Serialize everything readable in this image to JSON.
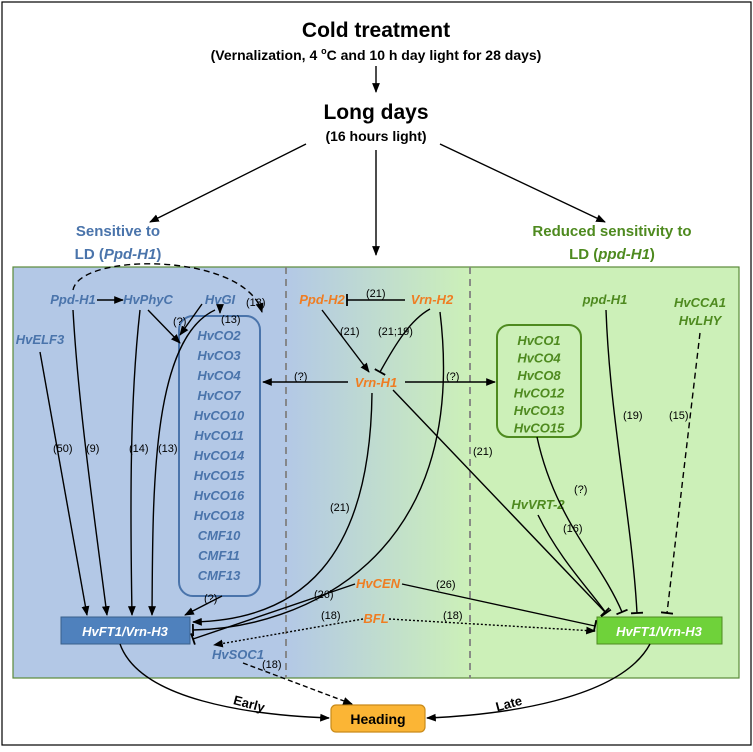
{
  "colors": {
    "blue_region": "#b3c8e6",
    "green_region": "#ccf0b8",
    "blue_text": "#4a74ab",
    "green_text": "#4e8a1f",
    "orange_text": "#ef7d22",
    "ft1_left_fill": "#4f81bd",
    "ft1_right_fill": "#6fd23a",
    "heading_fill": "#fbb535"
  },
  "header": {
    "title": "Cold treatment",
    "subtitle_pre": "(Vernalization, 4 ",
    "subtitle_sup": "o",
    "subtitle_post": "C and 10 h day light for 28 days)",
    "long_days": "Long days",
    "long_days_sub": "(16 hours light)"
  },
  "branches": {
    "left_line1": "Sensitive to",
    "left_line2_pre": "LD (",
    "left_line2_gene": "Ppd-H1",
    "left_line2_post": ")",
    "right_line1": "Reduced sensitivity to",
    "right_line2_pre": "LD (",
    "right_line2_gene": "ppd-H1",
    "right_line2_post": ")"
  },
  "genes": {
    "ppd_h1_blue": "Ppd-H1",
    "hvphyc": "HvPhyC",
    "hvgi": "HvGI",
    "hvelf3": "HvELF3",
    "ppd_h2": "Ppd-H2",
    "vrn_h2": "Vrn-H2",
    "vrn_h1": "Vrn-H1",
    "hvcen": "HvCEN",
    "bfl": "BFL",
    "hvsoc1": "HvSOC1",
    "ppd_h1_green": "ppd-H1",
    "hvcca1": "HvCCA1",
    "hvlhy": "HvLHY",
    "hvvrt2": "HvVRT-2",
    "ft1_left": "HvFT1/Vrn-H3",
    "ft1_right": "HvFT1/Vrn-H3",
    "heading": "Heading"
  },
  "co_blue": [
    "HvCO2",
    "HvCO3",
    "HvCO4",
    "HvCO7",
    "HvCO10",
    "HvCO11",
    "HvCO14",
    "HvCO15",
    "HvCO16",
    "HvCO18",
    "CMF10",
    "CMF11",
    "CMF13"
  ],
  "co_green": [
    "HvCO1",
    "HvCO4",
    "HvCO8",
    "HvCO12",
    "HvCO13",
    "HvCO15"
  ],
  "refs": {
    "r13a": "(13)",
    "r13b": "(13)",
    "r13c": "(13)",
    "rq1": "(?)",
    "r50": "(50)",
    "r9": "(9)",
    "r14": "(14)",
    "rq_ft_left": "(?)",
    "r21_top": "(21)",
    "r21_left": "(21)",
    "r21_19": "(21;19)",
    "rq_left": "(?)",
    "rq_right": "(?)",
    "r21_mid": "(21)",
    "r21_right": "(21)",
    "r26_left": "(26)",
    "r26_right": "(26)",
    "r18_left": "(18)",
    "r18_right": "(18)",
    "r18_soc": "(18)",
    "r19": "(19)",
    "r15": "(15)",
    "rq_green": "(?)",
    "r16": "(16)"
  },
  "outcomes": {
    "early": "Early",
    "late": "Late"
  }
}
